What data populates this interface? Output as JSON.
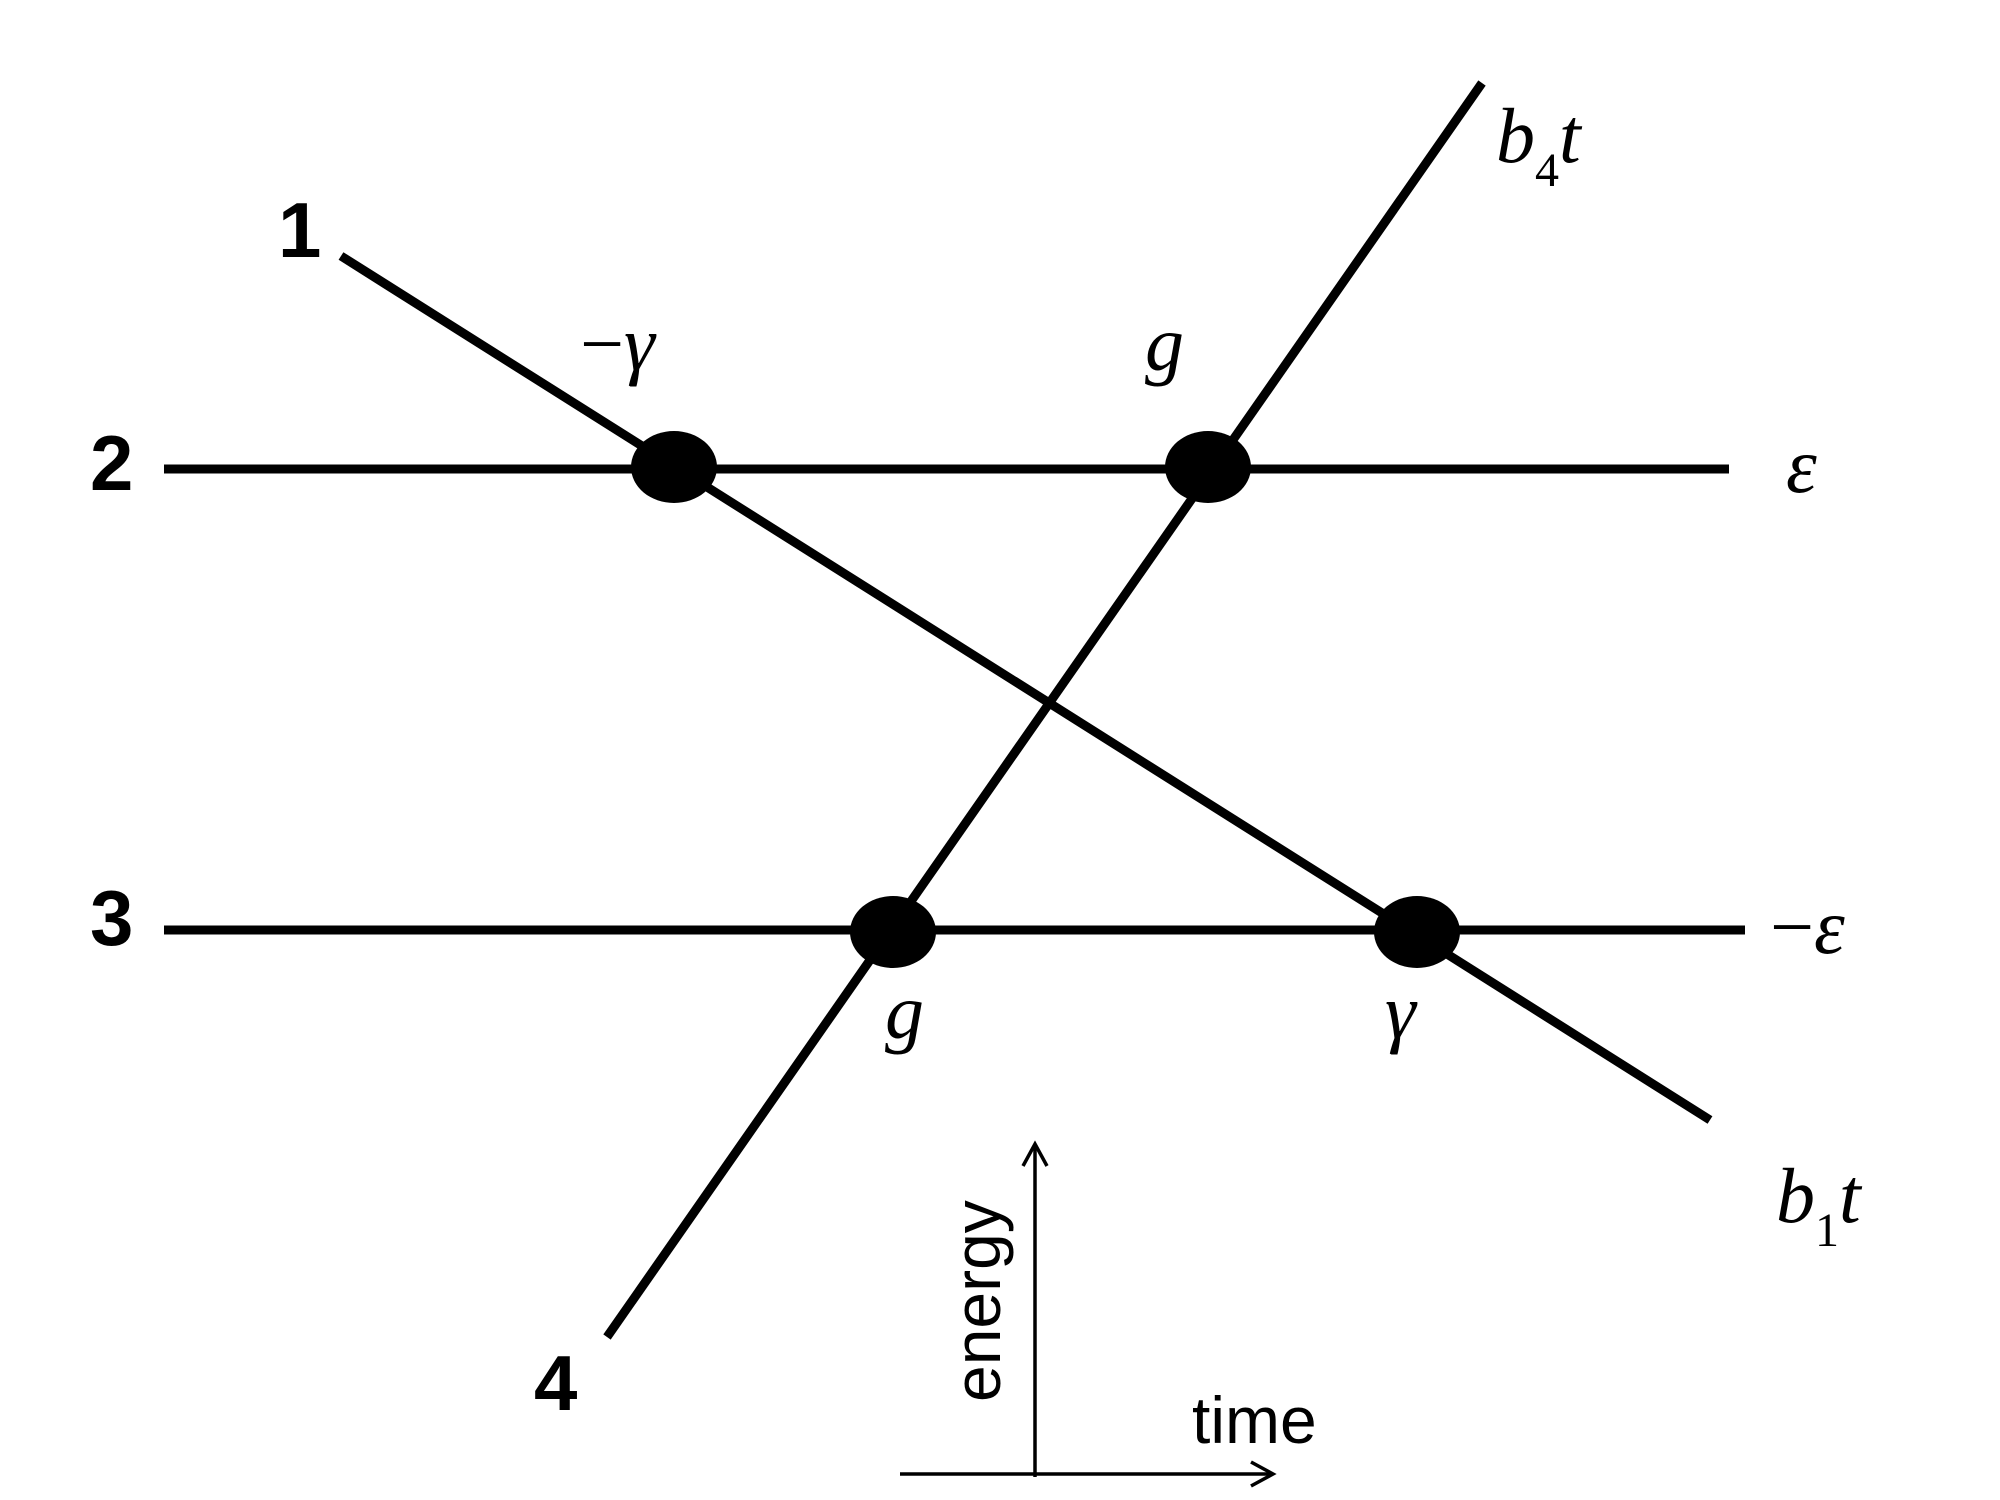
{
  "state_labels": {
    "state_1": "1",
    "state_2": "2",
    "state_3": "3",
    "state_4": "4"
  },
  "level_labels": {
    "level_2": "ε",
    "level_3_sign": "−",
    "level_3": "ε",
    "line_4_coef": "b",
    "line_4_sub": "4",
    "line_4_var": "t",
    "line_1_coef": "b",
    "line_1_sub": "1",
    "line_1_var": "t"
  },
  "couplings": {
    "c_1_2_sign": "−",
    "c_1_2": "γ",
    "c_2_4": "g",
    "c_3_4": "g",
    "c_1_3": "γ"
  },
  "axes": {
    "y_label": "energy",
    "x_label": "time"
  }
}
